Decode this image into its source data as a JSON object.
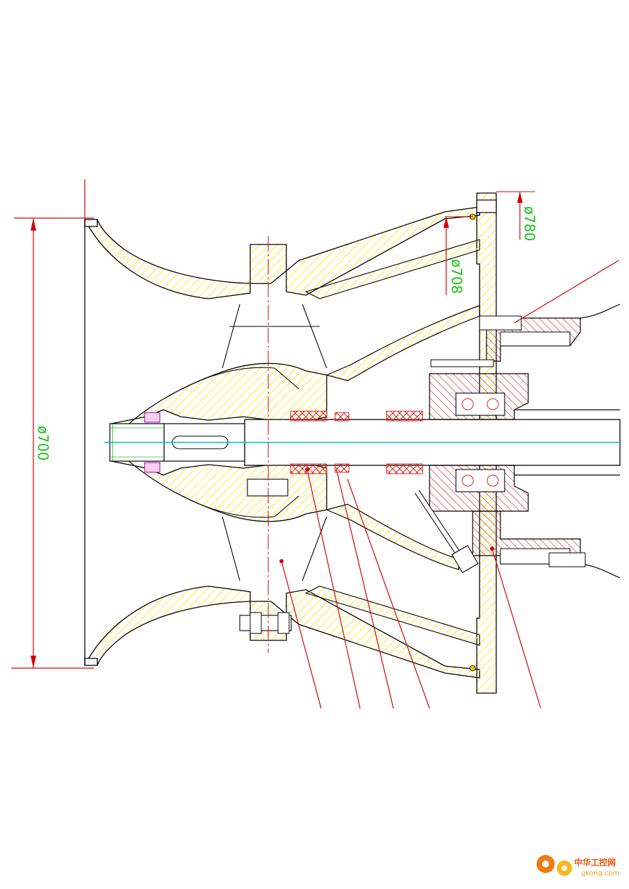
{
  "dimensions": {
    "outer_diameter": "ø700",
    "flange_inner": "ø708",
    "flange_outer": "ø780"
  },
  "watermark": {
    "site_cn": "中华工控网",
    "site_url": "gkong.com"
  },
  "colors": {
    "outline": "#000000",
    "dimension": "#d40000",
    "dim_text": "#19c419",
    "section_hatch": "#f2ee2a",
    "bearing_hatch": "#e02020",
    "centerline": "#00bcd4"
  }
}
